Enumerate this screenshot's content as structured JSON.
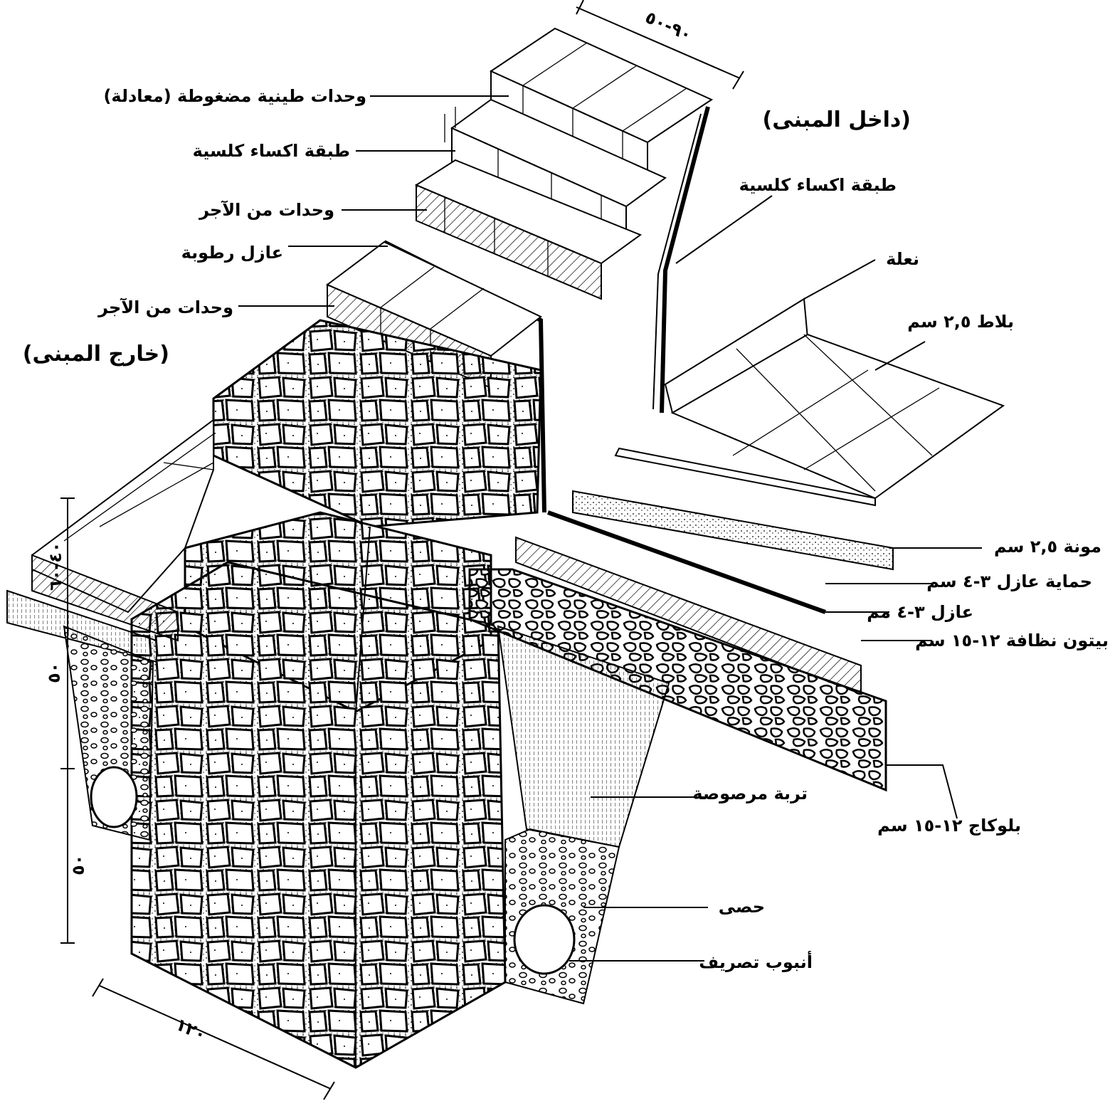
{
  "labels": {
    "inside_building": "(داخل المبنى)",
    "outside_building": "(خارج المبنى)",
    "compressed_clay_units": "وحدات طينية مضغوطة (معادلة)",
    "lime_plaster_top": "طبقة اكساء كلسية",
    "brick_units_upper": "وحدات من الآجر",
    "damp_proofing": "عازل رطوبة",
    "brick_units_lower": "وحدات من الآجر",
    "lime_plaster_inside": "طبقة اكساء كلسية",
    "skirting": "نعلة",
    "tiles": "بلاط ٢,٥ سم",
    "mortar": "مونة ٢,٥ سم",
    "insulation_protection": "حماية عازل ٣-٤ سم",
    "insulation": "عازل ٣-٤ مم",
    "blinding_concrete": "بيتون نظافة ١٢-١٥ سم",
    "compacted_soil": "تربة مرصوصة",
    "hardcore": "بلوكاج ١٢-١٥ سم",
    "gravel": "حصى",
    "drain_pipe": "أنبوب تصريف"
  },
  "dimensions": {
    "wall_width": "٩٠-٥٠",
    "footing_width": "١٢٠",
    "footing_depth_upper": "٥٠",
    "footing_depth_lower": "٥٠",
    "plinth_height": "٤٠-٦٠"
  },
  "colors": {
    "ink": "#000000",
    "paper": "#ffffff"
  }
}
